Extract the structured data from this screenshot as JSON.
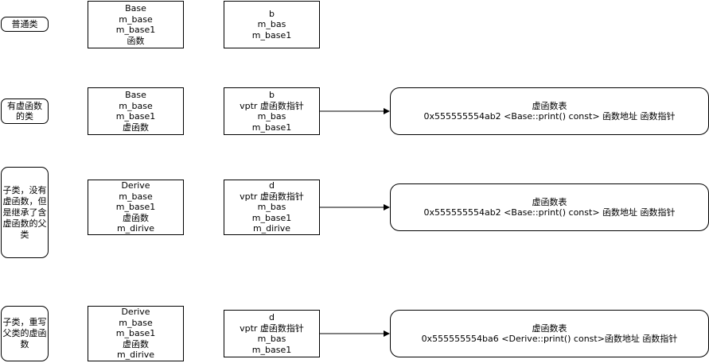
{
  "rows": [
    {
      "label": "普通类",
      "cls": [
        "Base",
        "m_base",
        "m_base1",
        "函数"
      ],
      "obj": [
        "b",
        "m_bas",
        "m_base1"
      ],
      "vtable": null
    },
    {
      "label": "有虚函数的类",
      "cls": [
        "Base",
        "m_base",
        "m_base1",
        "虚函数"
      ],
      "obj": [
        "b",
        "vptr 虚函数指针",
        "m_bas",
        "m_base1"
      ],
      "vtable": [
        "虚函数表",
        "0x555555554ab2 <Base::print() const> 函数地址 函数指针"
      ]
    },
    {
      "label": "子类，没有虚函数，但是继承了含虚函数的父类",
      "cls": [
        "Derive",
        "m_base",
        "m_base1",
        "虚函数",
        "m_dirive"
      ],
      "obj": [
        "d",
        "vptr 虚函数指针",
        "m_bas",
        "m_base1",
        "m_dirive"
      ],
      "vtable": [
        "虚函数表",
        "0x555555554ab2 <Base::print() const> 函数地址 函数指针"
      ]
    },
    {
      "label": "子类，重写父类的虚函数",
      "cls": [
        "Derive",
        "m_base",
        "m_base1",
        "虚函数",
        "m_dirive"
      ],
      "obj": [
        "d",
        "vptr 虚函数指针",
        "m_bas",
        "m_base1"
      ],
      "vtable": [
        "虚函数表",
        "0x555555554ba6 <Derive::print() const>函数地址 函数指针"
      ]
    }
  ]
}
